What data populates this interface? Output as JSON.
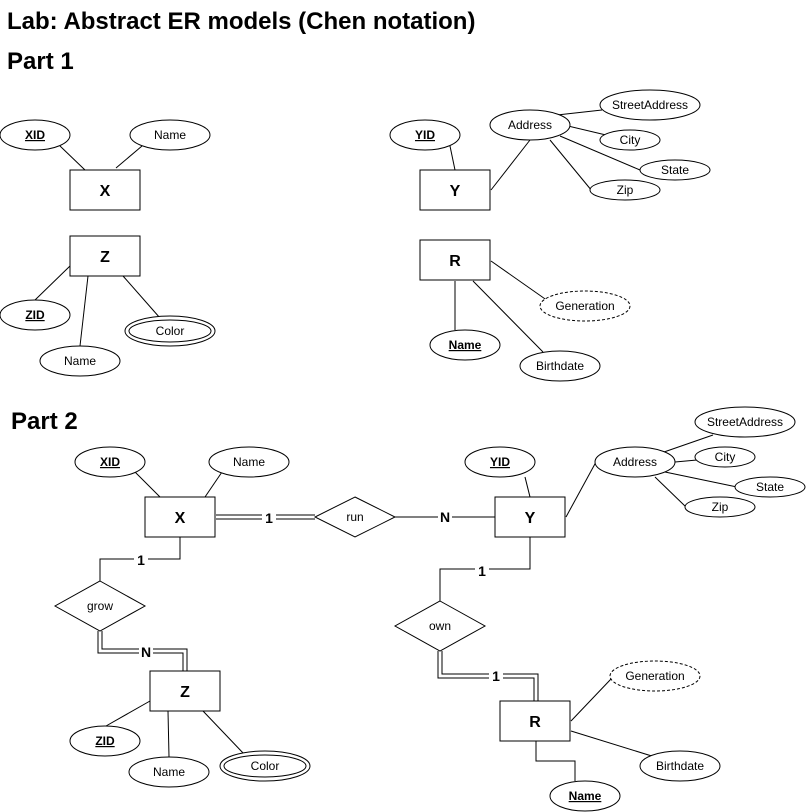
{
  "title": "Lab: Abstract ER models (Chen notation)",
  "part1": {
    "heading": "Part 1",
    "x_entity": {
      "name": "X",
      "key": "XID",
      "name_attr": "Name"
    },
    "y_entity": {
      "name": "Y",
      "key": "YID",
      "address": "Address",
      "street": "StreetAddress",
      "city": "City",
      "state": "State",
      "zip": "Zip"
    },
    "z_entity": {
      "name": "Z",
      "key": "ZID",
      "name_attr": "Name",
      "color": "Color"
    },
    "r_entity": {
      "name": "R",
      "key": "Name",
      "generation": "Generation",
      "birthdate": "Birthdate"
    }
  },
  "part2": {
    "heading": "Part 2",
    "x_entity": {
      "name": "X",
      "key": "XID",
      "name_attr": "Name"
    },
    "y_entity": {
      "name": "Y",
      "key": "YID",
      "address": "Address",
      "street": "StreetAddress",
      "city": "City",
      "state": "State",
      "zip": "Zip"
    },
    "z_entity": {
      "name": "Z",
      "key": "ZID",
      "name_attr": "Name",
      "color": "Color"
    },
    "r_entity": {
      "name": "R",
      "key": "Name",
      "generation": "Generation",
      "birthdate": "Birthdate"
    },
    "relationships": {
      "run": {
        "label": "run",
        "card_x": "1",
        "card_y": "N"
      },
      "grow": {
        "label": "grow",
        "card_x": "1",
        "card_z": "N"
      },
      "own": {
        "label": "own",
        "card_y": "1",
        "card_r": "1"
      }
    }
  }
}
